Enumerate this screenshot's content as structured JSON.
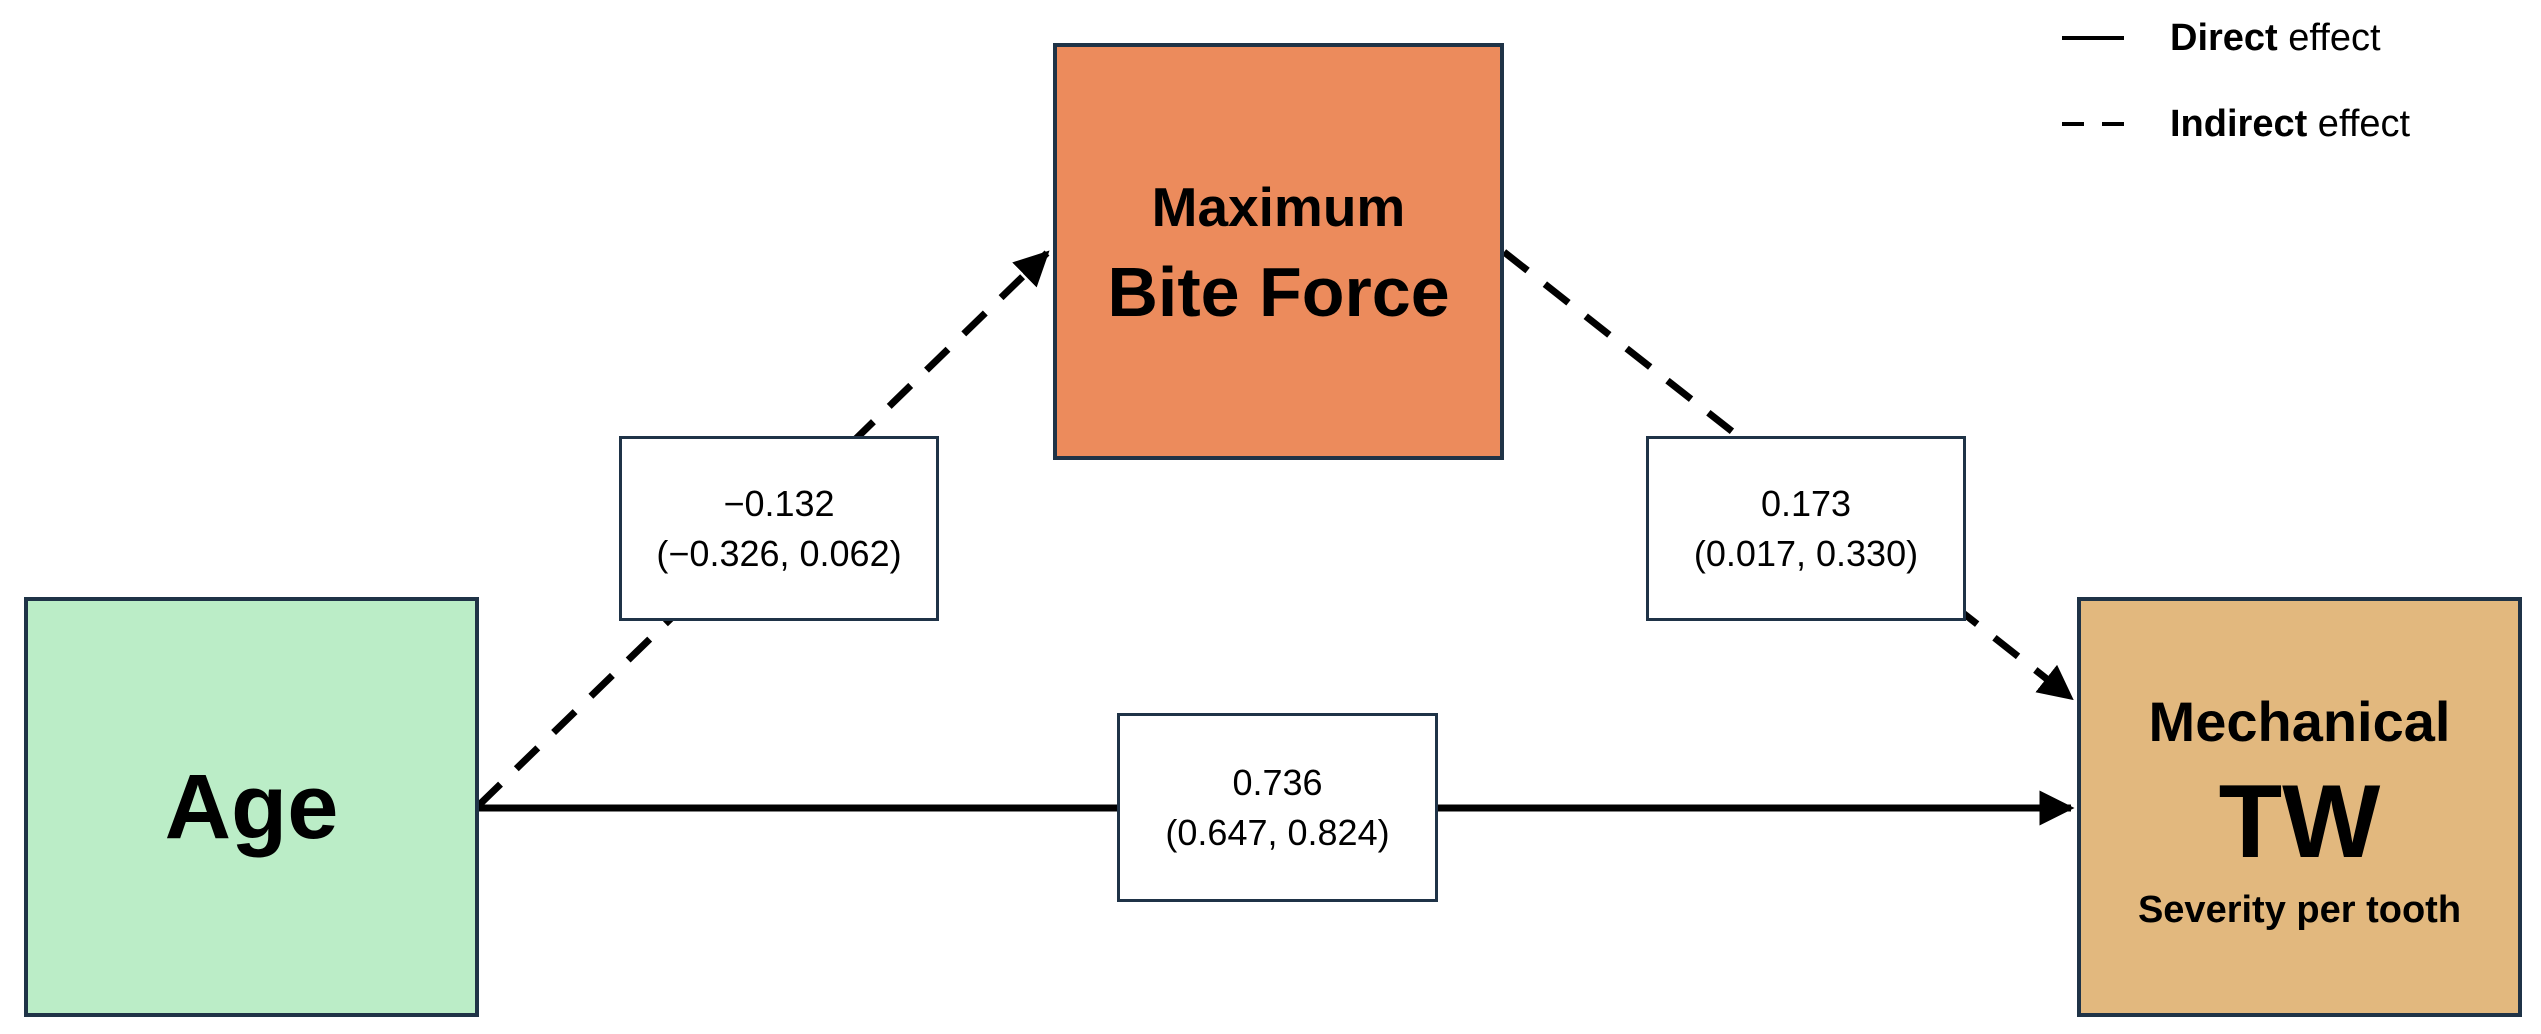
{
  "nodes": {
    "mediator": {
      "line1": "Maximum",
      "line2": "Bite Force",
      "color": "#ec8b5c"
    },
    "predictor": {
      "text": "Age",
      "color": "#bbedc7"
    },
    "outcome": {
      "line1": "Mechanical",
      "line2": "TW",
      "line3": "Severity per tooth",
      "color": "#e2b87e"
    }
  },
  "paths": {
    "age_to_bite": {
      "estimate": "−0.132",
      "ci": "(−0.326, 0.062)"
    },
    "bite_to_tw": {
      "estimate": "0.173",
      "ci": "(0.017, 0.330)"
    },
    "age_to_tw": {
      "estimate": "0.736",
      "ci": "(0.647, 0.824)"
    }
  },
  "legend": {
    "direct": {
      "bold": "Direct",
      "rest": " effect"
    },
    "indirect": {
      "bold": "Indirect",
      "rest": " effect"
    }
  },
  "colors": {
    "box_border": "#1f3347",
    "arrow": "#000000"
  }
}
